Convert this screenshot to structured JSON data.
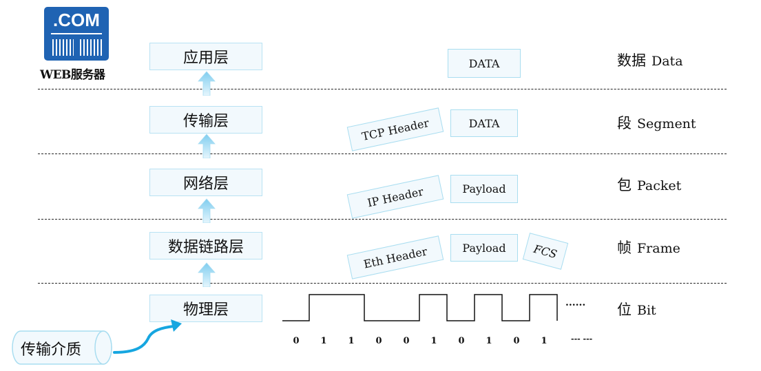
{
  "logo": {
    "badge_text": ".COM",
    "caption": "WEB服务器",
    "color": "#1f63b3"
  },
  "layers": [
    {
      "name": "应用层"
    },
    {
      "name": "传输层"
    },
    {
      "name": "网络层"
    },
    {
      "name": "数据链路层"
    },
    {
      "name": "物理层"
    }
  ],
  "medium": {
    "label": "传输介质"
  },
  "pdus": {
    "application": {
      "data": "DATA"
    },
    "transport": {
      "header": "TCP Header",
      "data": "DATA"
    },
    "network": {
      "header": "IP Header",
      "payload": "Payload"
    },
    "datalink": {
      "header": "Eth Header",
      "payload": "Payload",
      "trailer": "FCS"
    }
  },
  "units": [
    {
      "cn": "数据",
      "en": "Data"
    },
    {
      "cn": "段",
      "en": "Segment"
    },
    {
      "cn": "包",
      "en": "Packet"
    },
    {
      "cn": "帧",
      "en": "Frame"
    },
    {
      "cn": "位",
      "en": "Bit"
    }
  ],
  "signal": {
    "bits": [
      "0",
      "1",
      "1",
      "0",
      "0",
      "1",
      "0",
      "1",
      "0",
      "1"
    ],
    "wave_ellipsis": "......",
    "bits_ellipsis": "--- ---"
  },
  "colors": {
    "box_fill": "#f2f9fd",
    "box_border": "#b8e2f3",
    "arrow": "#8fd3f0",
    "medium_arrow": "#16a6e0"
  }
}
